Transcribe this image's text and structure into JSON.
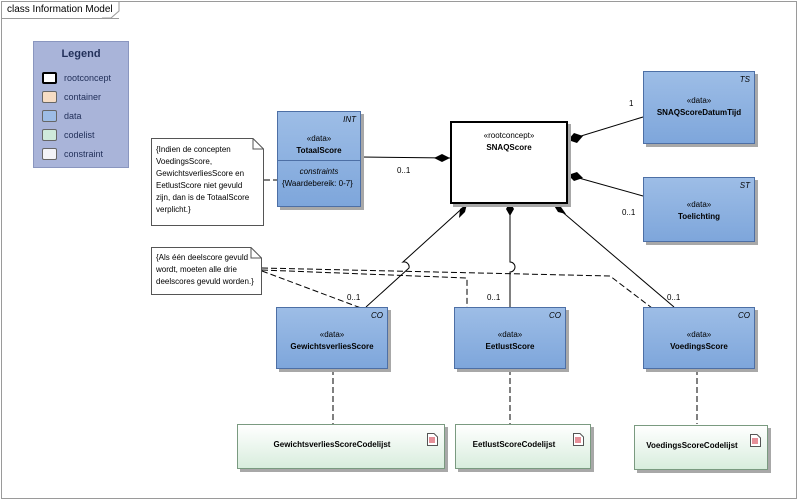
{
  "diagram": {
    "title": "class Information Model"
  },
  "legend": {
    "title": "Legend",
    "items": [
      {
        "label": "rootconcept",
        "color": "#ffffff",
        "border": "#000000"
      },
      {
        "label": "container",
        "color": "#f6dcc4",
        "border": "#7a7a7a"
      },
      {
        "label": "data",
        "color": "#9dbde6",
        "border": "#4d6fa5"
      },
      {
        "label": "codelist",
        "color": "#cfeadb",
        "border": "#7a9a80"
      },
      {
        "label": "constraint",
        "color": "#f2f3f8",
        "border": "#7a7a7a"
      }
    ]
  },
  "classes": {
    "snaqscore": {
      "stereotype": "«rootconcept»",
      "name": "SNAQScore"
    },
    "totaalscore": {
      "stereotype": "«data»",
      "name": "TotaalScore",
      "tag": "INT",
      "constraints_header": "constraints",
      "constraint": "{Waardebereik: 0-7}"
    },
    "datumtijd": {
      "stereotype": "«data»",
      "name": "SNAQScoreDatumTijd",
      "tag": "TS"
    },
    "toelichting": {
      "stereotype": "«data»",
      "name": "Toelichting",
      "tag": "ST"
    },
    "gewichtsverlies": {
      "stereotype": "«data»",
      "name": "GewichtsverliesScore",
      "tag": "CO"
    },
    "eetlust": {
      "stereotype": "«data»",
      "name": "EetlustScore",
      "tag": "CO"
    },
    "voedings": {
      "stereotype": "«data»",
      "name": "VoedingsScore",
      "tag": "CO"
    }
  },
  "codelists": {
    "gewichtsverlies": "GewichtsverliesScoreCodelijst",
    "eetlust": "EetlustScoreCodelijst",
    "voedings": "VoedingsScoreCodelijst"
  },
  "notes": {
    "totaal_note": [
      "{Indien de concepten",
      "VoedingsScore,",
      "GewichtsverliesScore en",
      "EetlustScore niet gevuld",
      "zijn, dan is de TotaalScore",
      "verplicht.}"
    ],
    "deelscore_note": [
      "{Als één deelscore gevuld",
      "wordt, moeten alle drie",
      "deelscores gevuld worden.}"
    ]
  },
  "multiplicities": {
    "totaal": "0..1",
    "datumtijd": "1",
    "toelichting": "0..1",
    "gewichtsverlies": "0..1",
    "eetlust": "0..1",
    "voedings": "0..1"
  }
}
